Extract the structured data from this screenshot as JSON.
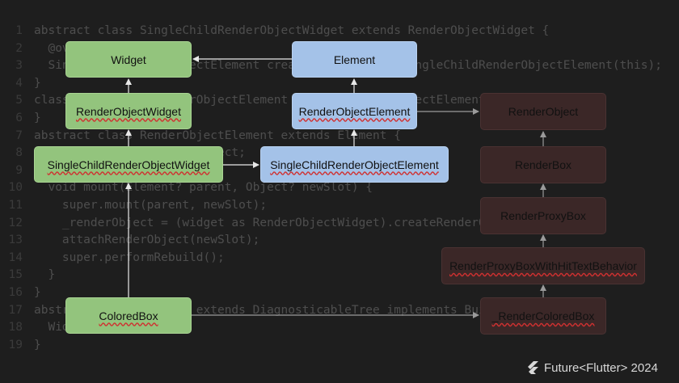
{
  "code_lines": [
    "abstract class SingleChildRenderObjectWidget extends RenderObjectWidget {",
    "  @override",
    "  SingleChildRenderObjectElement createElement() => SingleChildRenderObjectElement(this);",
    "}",
    "class SingleChildRenderObjectElement extends RenderObjectElement {",
    "}",
    "abstract class RenderObjectElement extends Element {",
    "  RenderObject? _renderObject;",
    "",
    "  void mount(Element? parent, Object? newSlot) {",
    "    super.mount(parent, newSlot);",
    "    _renderObject = (widget as RenderObjectWidget).createRenderObject(this);",
    "    attachRenderObject(newSlot);",
    "    super.performRebuild();",
    "  }",
    "}",
    "abstract class Element extends DiagnosticableTree implements BuildContext {",
    "  Widget? _widget;",
    "}"
  ],
  "nodes": {
    "widget": "Widget",
    "render_object_widget": "RenderObjectWidget",
    "single_child_render_object_widget": "SingleChildRenderObjectWidget",
    "colored_box": "ColoredBox",
    "element": "Element",
    "render_object_element": "RenderObjectElement",
    "single_child_render_object_element": "SingleChildRenderObjectElement",
    "render_object": "RenderObject",
    "render_box": "RenderBox",
    "render_proxy_box": "RenderProxyBox",
    "render_proxy_box_hit_test": "RenderProxyBoxWithHitTextBehavior",
    "render_colored_box": "_RenderColoredBox"
  },
  "logo_text": "Future<Flutter> 2024",
  "colors": {
    "background": "#1e1e1e",
    "widget_green": "#93c47d",
    "element_blue": "#a4c2e8",
    "render_dark": "#3b2727",
    "arrow": "#e8e8e8",
    "arrow_muted": "#9a9a9a"
  }
}
